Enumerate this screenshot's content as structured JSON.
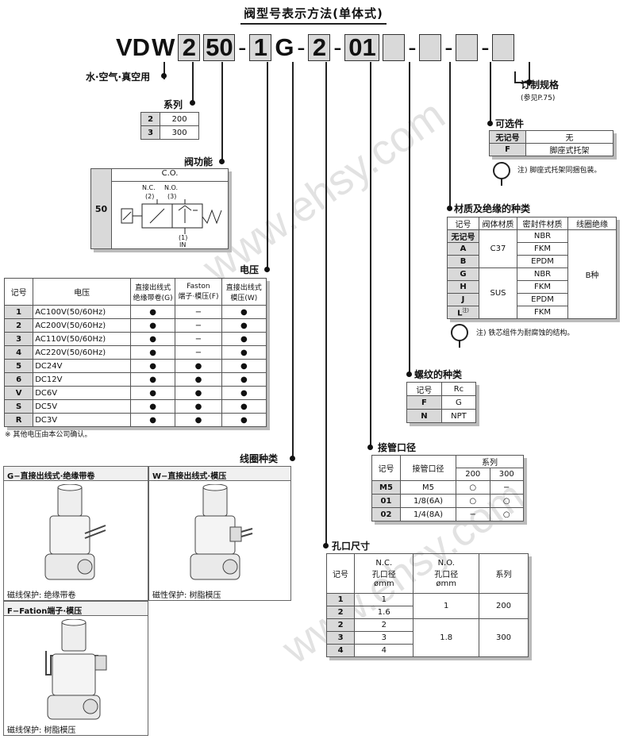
{
  "title": "阀型号表示方法(单体式)",
  "code": {
    "prefix": "VD",
    "w": "W",
    "series": "2",
    "function": "50",
    "voltage": "1",
    "coil": "G",
    "thread": "2",
    "port": "01",
    "dash": "-"
  },
  "media": "水·空气·真空用",
  "series_block": {
    "label": "系列",
    "rows": [
      [
        "2",
        "200"
      ],
      [
        "3",
        "300"
      ]
    ]
  },
  "function_block": {
    "label": "阀功能",
    "head": "C.O.",
    "code": "50",
    "nc": "N.C.",
    "no": "N.O.",
    "p2": "(2)",
    "p3": "(3)",
    "p1": "(1)",
    "in": "IN"
  },
  "voltage_block": {
    "label": "电压",
    "headers": [
      "记号",
      "电压",
      "直接出线式\n绝缘带卷(G)",
      "Faston\n端子·模压(F)",
      "直接出线式\n模压(W)"
    ],
    "rows": [
      [
        "1",
        "AC100V(50/60Hz)",
        "●",
        "−",
        "●"
      ],
      [
        "2",
        "AC200V(50/60Hz)",
        "●",
        "−",
        "●"
      ],
      [
        "3",
        "AC110V(50/60Hz)",
        "●",
        "−",
        "●"
      ],
      [
        "4",
        "AC220V(50/60Hz)",
        "●",
        "−",
        "●"
      ],
      [
        "5",
        "DC24V",
        "●",
        "●",
        "●"
      ],
      [
        "6",
        "DC12V",
        "●",
        "●",
        "●"
      ],
      [
        "V",
        "DC6V",
        "●",
        "●",
        "●"
      ],
      [
        "S",
        "DC5V",
        "●",
        "●",
        "●"
      ],
      [
        "R",
        "DC3V",
        "●",
        "●",
        "●"
      ]
    ],
    "note": "※ 其他电压由本公司确认。"
  },
  "coil_block": {
    "label": "线圈种类",
    "g_title": "G−直接出线式·绝缘带卷",
    "g_cap": "磁线保护: 绝缘带卷",
    "w_title": "W−直接出线式·模压",
    "w_cap": "磁性保护: 树脂模压",
    "f_title": "F−Fation端子·模压",
    "f_cap": "磁线保护: 树脂模压"
  },
  "custom": {
    "label": "订制规格",
    "sub": "(参见P.75)"
  },
  "option": {
    "label": "可选件",
    "rows": [
      [
        "无记号",
        "无"
      ],
      [
        "F",
        "脚座式托架"
      ]
    ],
    "note": "注) 脚座式托架同捆包装。"
  },
  "material": {
    "label": "材质及绝缘的种类",
    "headers": [
      "记号",
      "阀体材质",
      "密封件材质",
      "线圈绝缘"
    ],
    "keys": [
      "无记号",
      "A",
      "B",
      "G",
      "H",
      "J",
      "L"
    ],
    "sup": "注)",
    "body": [
      "C37",
      "SUS"
    ],
    "seals": [
      "NBR",
      "FKM",
      "EPDM",
      "NBR",
      "FKM",
      "EPDM",
      "FKM"
    ],
    "insul": "B种",
    "note": "注) 铁芯组件为耐腐蚀的结构。"
  },
  "thread": {
    "label": "螺纹的种类",
    "headers": [
      "记号",
      "Rc"
    ],
    "rows": [
      [
        "F",
        "G"
      ],
      [
        "N",
        "NPT"
      ]
    ]
  },
  "port": {
    "label": "接管口径",
    "headers": [
      "记号",
      "接管口径",
      "系列",
      "200",
      "300"
    ],
    "rows": [
      [
        "M5",
        "M5",
        "○",
        "−"
      ],
      [
        "01",
        "1/8(6A)",
        "○",
        "○"
      ],
      [
        "02",
        "1/4(8A)",
        "−",
        "○"
      ]
    ]
  },
  "orifice": {
    "label": "孔口尺寸",
    "headers": [
      "记号",
      "N.C.\n孔口径\nømm",
      "N.O.\n孔口径\nømm",
      "系列"
    ],
    "rows": [
      [
        "1",
        "1"
      ],
      [
        "2",
        "1.6"
      ],
      [
        "2",
        "2"
      ],
      [
        "3",
        "3"
      ],
      [
        "4",
        "4"
      ]
    ],
    "no": [
      "1",
      "1.8"
    ],
    "series": [
      "200",
      "300"
    ]
  },
  "watermark": "www.ehsy.com",
  "colors": {
    "grey": "#d9d9d9",
    "line": "#222222",
    "watermark": "#dcdcdc"
  }
}
